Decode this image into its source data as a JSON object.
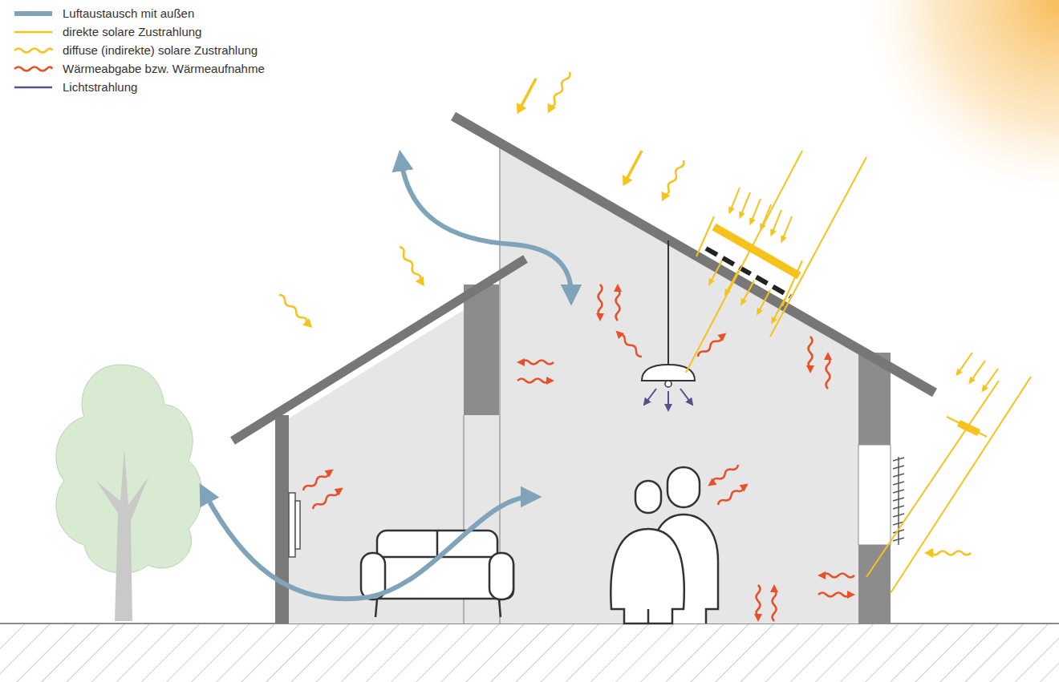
{
  "diagram": {
    "legend": [
      {
        "text": "Luftaustausch mit außen"
      },
      {
        "text": "direkte solare Zustrahlung"
      },
      {
        "text": "diffuse (indirekte) solare Zustrahlung"
      },
      {
        "text": "Wärmeabgabe bzw. Wärmeaufnahme"
      },
      {
        "text": "Lichtstrahlung"
      }
    ]
  }
}
